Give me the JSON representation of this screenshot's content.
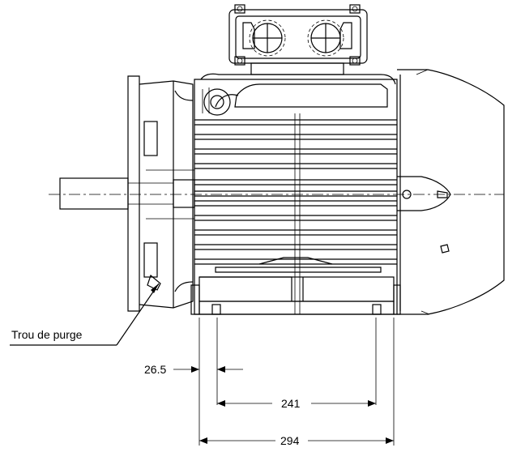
{
  "labels": {
    "drain_hole": "Trou de purge"
  },
  "dimensions": {
    "d1": "26.5",
    "d2": "241",
    "d3": "294"
  },
  "colors": {
    "line": "#000000",
    "background": "#ffffff"
  }
}
